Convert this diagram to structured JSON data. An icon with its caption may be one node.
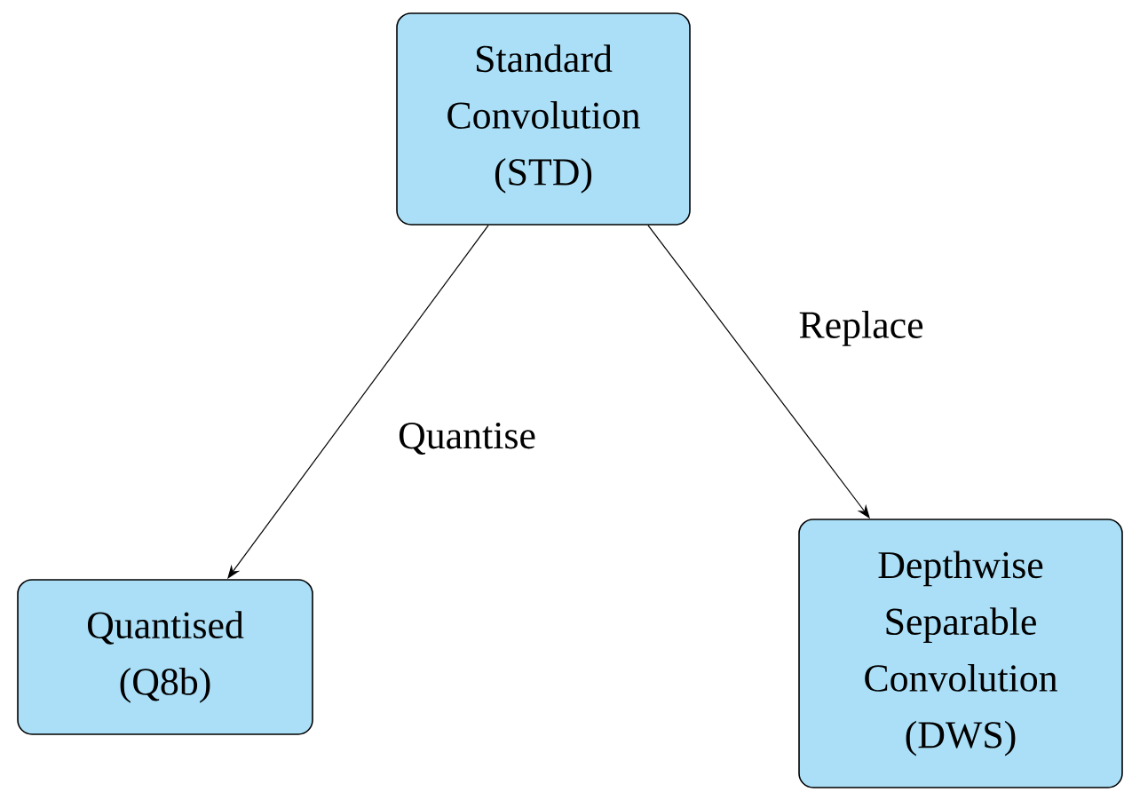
{
  "diagram": {
    "nodes": [
      {
        "text": [
          "Standard Convolution (STD)"
        ]
      },
      {
        "text": [
          "Quantised (Q8b)"
        ]
      },
      {
        "text": [
          "Depthwise Separable Convolution (DWS)"
        ]
      }
    ],
    "edges": [
      {
        "from": 0,
        "to": 1,
        "arrow": "to",
        "label": "Quantise"
      },
      {
        "from": 0,
        "to": 2,
        "arrow": "to",
        "label": "Replace"
      }
    ]
  }
}
